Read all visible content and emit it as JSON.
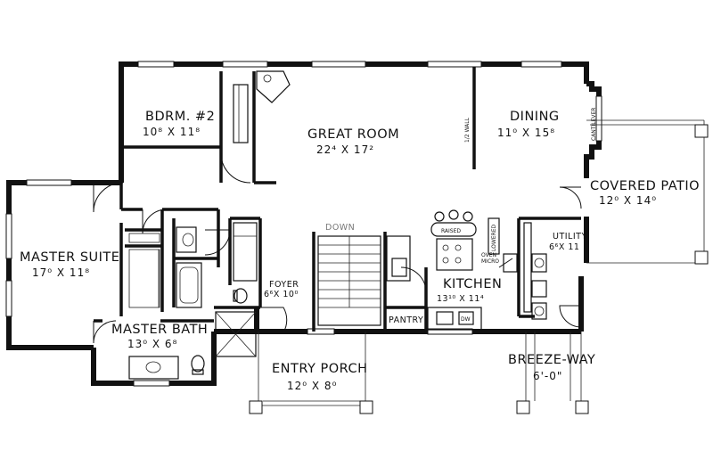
{
  "rooms": {
    "bdrm2": {
      "name": "BDRM. #2",
      "size": "10⁸ X 11⁸"
    },
    "great_room": {
      "name": "GREAT ROOM",
      "size": "22⁴ X 17²"
    },
    "dining": {
      "name": "DINING",
      "size": "11⁰ X 15⁸"
    },
    "covered_patio": {
      "name": "COVERED PATIO",
      "size": "12⁰ X 14⁰"
    },
    "master_suite": {
      "name": "MASTER SUITE",
      "size": "17⁰ X 11⁸"
    },
    "foyer": {
      "name": "FOYER",
      "size": "6⁶X 10⁰"
    },
    "kitchen": {
      "name": "KITCHEN",
      "size": "13¹⁰ X 11⁴"
    },
    "utility": {
      "name": "UTILITY",
      "size": "6⁶X 11"
    },
    "master_bath": {
      "name": "MASTER BATH",
      "size": "13⁰ X 6⁸"
    },
    "entry_porch": {
      "name": "ENTRY PORCH",
      "size": "12⁰ X 8⁰"
    },
    "breeze_way": {
      "name": "BREEZE-WAY",
      "size": "6'-0\""
    }
  },
  "notes": {
    "half_wall": "1/2 WALL",
    "cantilever": "CANTILEVER",
    "down": "DOWN",
    "raised": "RAISED",
    "lowered": "LOWERED",
    "pantry": "PANTRY",
    "oven_micro_top": "OVEN",
    "oven_micro_bottom": "MICRO",
    "dw": "DW"
  }
}
